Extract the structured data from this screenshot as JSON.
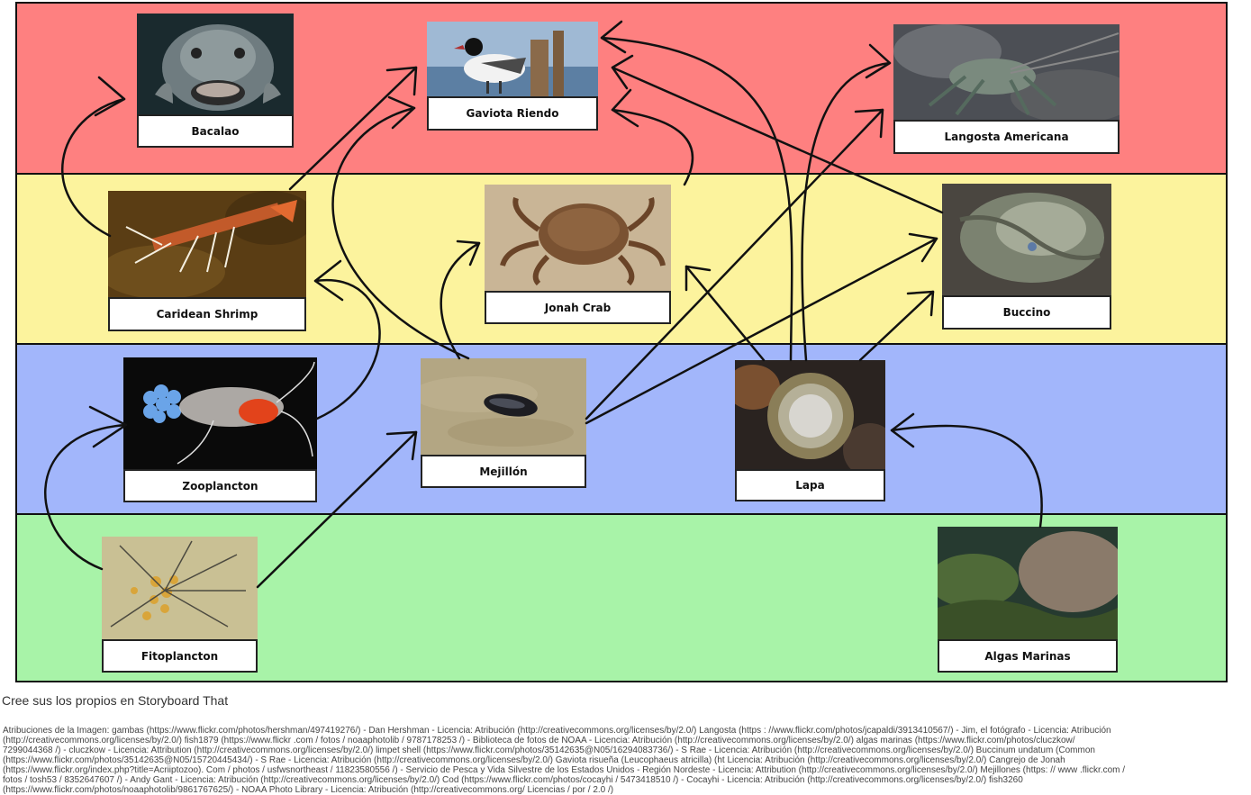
{
  "organisms": {
    "bacalao": "Bacalao",
    "gaviota": "Gaviota Riendo",
    "langosta": "Langosta Americana",
    "shrimp": "Caridean Shrimp",
    "jonah": "Jonah Crab",
    "buccino": "Buccino",
    "zooplancton": "Zooplancton",
    "mejillon": "Mejillón",
    "lapa": "Lapa",
    "fitoplancton": "Fitoplancton",
    "algas": "Algas Marinas"
  },
  "band_colors": {
    "top": "#fe8080",
    "upper_middle": "#fcf39d",
    "lower_middle": "#a2b6fb",
    "bottom": "#a8f3a8"
  },
  "footer": {
    "create_link": "Cree sus los propios en Storyboard That",
    "attribution": "Atribuciones de la Imagen: gambas (https://www.flickr.com/photos/hershman/497419276/) - Dan Hershman - Licencia: Atribución (http://creativecommons.org/licenses/by/2.0/) Langosta (https : //www.flickr.com/photos/jcapaldi/3913410567/) - Jim, el fotógrafo - Licencia: Atribución\n(http://creativecommons.org/licenses/by/2.0/) fish1879 (https://www.flickr .com / fotos / noaaphotolib / 9787178253 /) - Biblioteca de fotos de NOAA - Licencia: Atribución (http://creativecommons.org/licenses/by/2.0/) algas marinas (https://www.flickr.com/photos/cluczkow/\n7299044368 /) - cluczkow - Licencia: Attribution (http://creativecommons.org/licenses/by/2.0/) limpet shell (https://www.flickr.com/photos/35142635@N05/16294083736/) - S Rae - Licencia: Atribución (http://creativecommons.org/licenses/by/2.0/) Buccinum undatum (Common\n(https://www.flickr.com/photos/35142635@N05/15720445434/) - S Rae - Licencia: Atribución (http://creativecommons.org/licenses/by/2.0/) Gaviota risueña (Leucophaeus atricilla) (ht Licencia: Atribución (http://creativecommons.org/licenses/by/2.0/) Cangrejo de Jonah\n(https://www.flickr.org/index.php?title=Acriiptozoo). Com / photos / usfwsnortheast / 11823580556 /) - Servicio de Pesca y Vida Silvestre de los Estados Unidos - Región Nordeste - Licencia: Attribution (http://creativecommons.org/licenses/by/2.0/) Mejillones (https: // www .flickr.com /\nfotos / tosh53 / 8352647607 /) - Andy Gant - Licencia: Atribución (http://creativecommons.org/licenses/by/2.0/) Cod (https://www.flickr.com/photos/cocayhi / 5473418510 /) - Cocayhi - Licencia: Atribución (http://creativecommons.org/licenses/by/2.0/) fish3260\n(https://www.flickr.com/photos/noaaphotolib/9861767625/) - NOAA Photo Library - Licencia: Atribución (http://creativecommons.org/ Licencias / por / 2.0 /)"
  }
}
